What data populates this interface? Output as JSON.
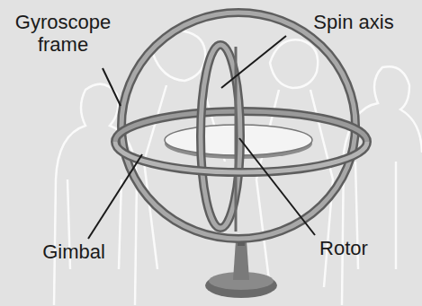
{
  "diagram": {
    "labels": [
      "Gyroscope frame",
      "Spin axis",
      "Gimbal",
      "Rotor"
    ]
  }
}
